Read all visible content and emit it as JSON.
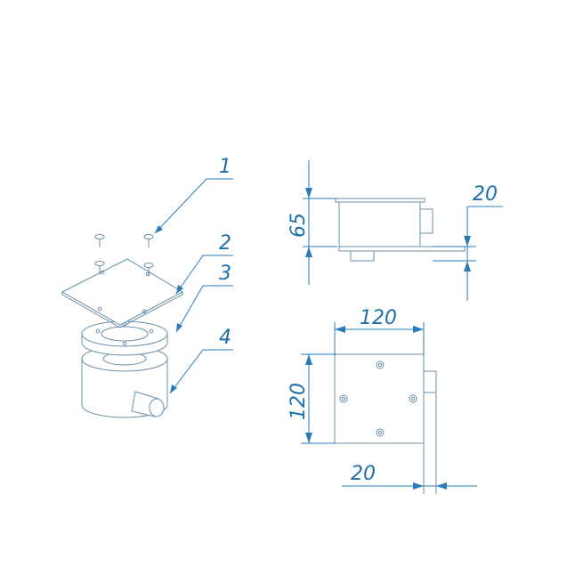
{
  "palette": {
    "part_line": "#6b8fa8",
    "dimension_line": "#2a7ab8",
    "label_text": "#1f6fa8",
    "background": "#ffffff"
  },
  "isometric_view": {
    "callouts": [
      "1",
      "2",
      "3",
      "4"
    ]
  },
  "side_view": {
    "height_dim": "65",
    "flange_dim": "20"
  },
  "top_view": {
    "width_dim": "120",
    "depth_dim": "120",
    "outlet_dim": "20"
  }
}
